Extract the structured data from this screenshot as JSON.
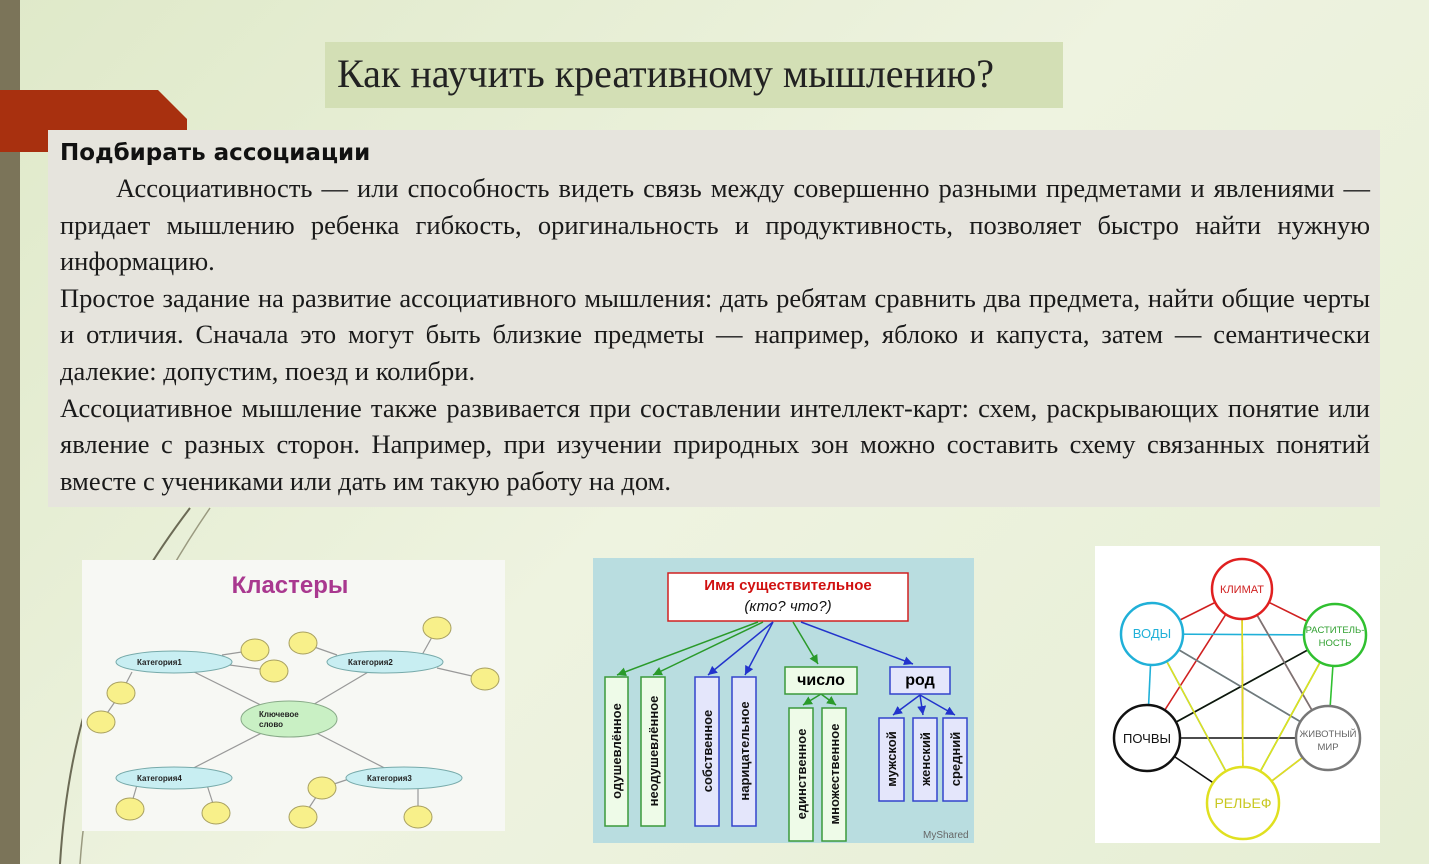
{
  "slide": {
    "title": "Как научить креативному мышлению?",
    "heading": "Подбирать ассоциации",
    "paragraphs": [
      "Ассоциативность — или способность видеть связь между совершенно разными предметами и явлениями — придает мышлению ребенка гибкость, оригинальность и продуктивность, позволяет быстро найти нужную информацию.",
      "Простое задание на развитие ассоциативного мышления: дать ребятам сравнить два предмета, найти общие черты и отличия. Сначала это могут быть близкие предметы — например, яблоко и капуста, затем — семантически далекие: допустим, поезд и колибри.",
      "Ассоциативное мышление также развивается при составлении интеллект-карт: схем, раскрывающих понятие или явление с разных сторон. Например, при изучении природных зон можно составить схему связанных понятий вместе с учениками или дать им такую работу на дом."
    ]
  },
  "cluster": {
    "title": "Кластеры",
    "center": "Ключевое слово",
    "center_l1": "Ключевое",
    "center_l2": "слово",
    "categories": [
      "Категория1",
      "Категория2",
      "Категория3",
      "Категория4"
    ]
  },
  "noun": {
    "title": "Имя  существительное",
    "subtitle": "(кто? что?)",
    "animacy": [
      "одушевлённое",
      "неодушевлённое"
    ],
    "kind": [
      "собственное",
      "нарицательное"
    ],
    "number_label": "число",
    "number": [
      "единственное",
      "множественное"
    ],
    "gender_label": "род",
    "gender": [
      "мужской",
      "женский",
      "средний"
    ],
    "watermark": "MyShared"
  },
  "nature": {
    "nodes": [
      "КЛИМАТ",
      "ВОДЫ",
      "РАСТИТЕЛЬ-",
      "НОСТЬ",
      "ПОЧВЫ",
      "ЖИВОТНЫЙ",
      "МИР",
      "РЕЛЬЕФ"
    ]
  },
  "colors": {
    "accent": "#a8300f",
    "title_bg": "#d3dfb5",
    "panel_bg": "#e6e4dd"
  }
}
